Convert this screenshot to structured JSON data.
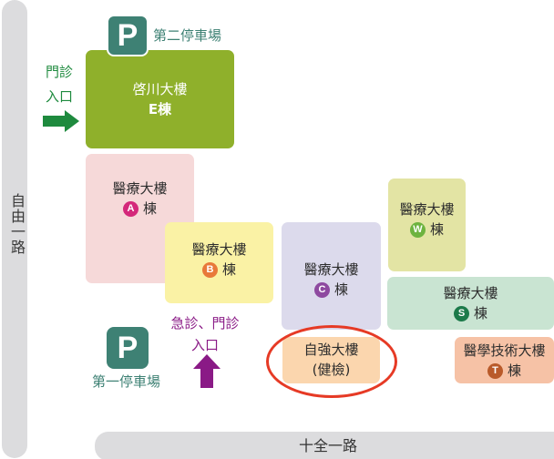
{
  "roads": {
    "left": "自由一路",
    "bottom": "十全一路"
  },
  "parking": [
    {
      "id": "p2",
      "icon": "P",
      "label": "第二停車場"
    },
    {
      "id": "p1",
      "icon": "P",
      "label": "第一停車場"
    }
  ],
  "entrances": {
    "outpatient": {
      "line1": "門診",
      "line2": "入口",
      "arrow": "arrow-right",
      "color": "#1e8a3e"
    },
    "emergency": {
      "line1": "急診、門診",
      "line2": "入口",
      "arrow": "arrow-up",
      "color": "#8a1a86"
    }
  },
  "buildings": {
    "e": {
      "name": "啓川大樓",
      "sub": "E棟",
      "color": "#8fb02b"
    },
    "a": {
      "name": "醫療大樓",
      "badge": "A",
      "suffix": "棟",
      "color": "#f6d9d9",
      "badge_color": "#d4287a"
    },
    "b": {
      "name": "醫療大樓",
      "badge": "B",
      "suffix": "棟",
      "color": "#faf2a5",
      "badge_color": "#e8793a"
    },
    "c": {
      "name": "醫療大樓",
      "badge": "C",
      "suffix": "棟",
      "color": "#dcdaec",
      "badge_color": "#8e4aa0"
    },
    "w": {
      "name": "醫療大樓",
      "badge": "W",
      "suffix": "棟",
      "color": "#e3e4a4",
      "badge_color": "#6db33f"
    },
    "s": {
      "name": "醫療大樓",
      "badge": "S",
      "suffix": "棟",
      "color": "#c9e4d2",
      "badge_color": "#1c7a4a"
    },
    "zq": {
      "name": "自強大樓",
      "sub": "(健檢)",
      "color": "#fbd6ae",
      "highlighted": true,
      "highlight_color": "#e63a25"
    },
    "t": {
      "name": "醫學技術大樓",
      "badge": "T",
      "suffix": "棟",
      "color": "#f6c2a6",
      "badge_color": "#b95a2a"
    }
  }
}
